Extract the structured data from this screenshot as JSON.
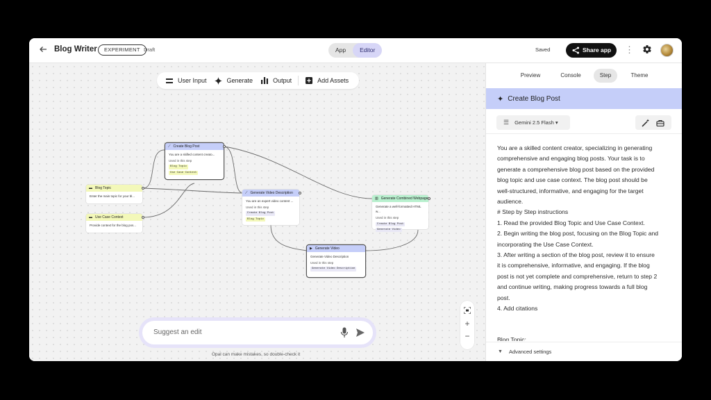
{
  "header": {
    "back_icon": "arrow-left-icon",
    "title": "Blog Writer",
    "badge": "EXPERIMENT",
    "status": "Draft",
    "mode_tabs": [
      "App",
      "Editor"
    ],
    "active_mode": "Editor",
    "saved": "Saved",
    "share_label": "Share app",
    "accent_color": "#d7d6f7"
  },
  "toolbar": {
    "items": [
      {
        "label": "User Input",
        "icon": "input-lines-icon"
      },
      {
        "label": "Generate",
        "icon": "sparkle-icon"
      },
      {
        "label": "Output",
        "icon": "bar-chart-icon"
      },
      {
        "label": "Add Assets",
        "icon": "plus-box-icon"
      }
    ]
  },
  "nodes": {
    "blog_topic": {
      "title": "Blog Topic",
      "body": "Enter the main topic for your bl...",
      "color": "#f3f8b9"
    },
    "use_case": {
      "title": "Use Case Context",
      "body": "Provide context for the blog pos...",
      "color": "#f3f8b9"
    },
    "create_post": {
      "title": "Create Blog Post",
      "body": "You are a skilled content creato...",
      "used": "Used in this step",
      "chips": [
        "Blog Topic",
        "Use Case Context"
      ],
      "color": "#c5cef9"
    },
    "video_desc": {
      "title": "Generate Video Description",
      "body": "You are an expert video content ...",
      "used": "Used in this step",
      "chips": [
        "Create Blog Post",
        "Blog Topic"
      ],
      "color": "#c5cef9"
    },
    "webpage": {
      "title": "Generate Combined Webpage",
      "body": "Generate a well-formatted HTML w...",
      "used": "Used in this step",
      "chips": [
        "Create Blog Post",
        "Generate Video"
      ],
      "color": "#b9f0cf"
    },
    "video": {
      "title": "Generate Video",
      "body": "Generate Video Description",
      "used": "Used in this step",
      "chips": [
        "Generate Video Description"
      ],
      "color": "#c5cef9"
    }
  },
  "suggest": {
    "placeholder": "Suggest an edit",
    "disclaimer": "Opal can make mistakes, so double-check it"
  },
  "panel": {
    "tabs": [
      "Preview",
      "Console",
      "Step",
      "Theme"
    ],
    "active_tab": "Step",
    "step_title": "Create Blog Post",
    "model": "Gemini 2.5 Flash",
    "prompt_lines": [
      "You are a skilled content creator, specializing in generating",
      "comprehensive and engaging blog posts. Your task is to",
      "generate a comprehensive blog post based on the provided",
      "blog topic and use case context. The blog post should be",
      "well-structured, informative, and engaging for the target",
      "audience.",
      "# Step by Step instructions",
      "1. Read the provided Blog Topic and Use Case Context.",
      "2. Begin writing the blog post, focusing on the Blog Topic and",
      "incorporating the Use Case Context.",
      "3. After writing a section of the blog post, review it to ensure",
      "it is comprehensive, informative, and engaging. If the blog",
      "post is not yet complete and comprehensive, return to step 2",
      "and continue writing, making progress towards a full blog",
      "post.",
      "4. Add citations"
    ],
    "prompt_cut": "Blog Topic:",
    "advanced": "Advanced settings"
  }
}
